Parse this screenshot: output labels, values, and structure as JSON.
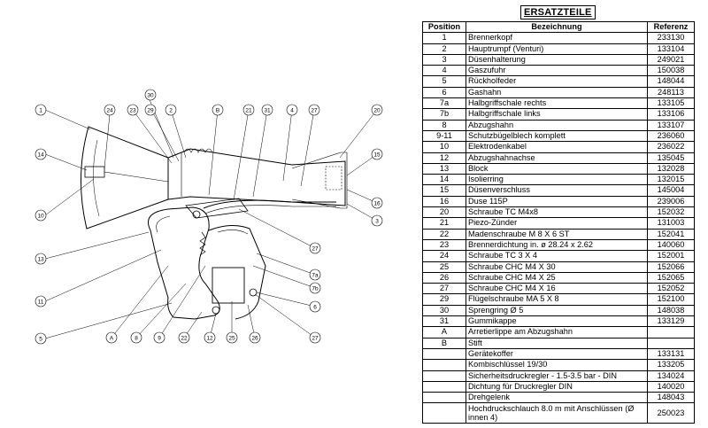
{
  "title": "ERSATZTEILE",
  "table": {
    "headers": [
      "Position",
      "Bezeichnung",
      "Referenz"
    ],
    "rows": [
      [
        "1",
        "Brennerkopf",
        "233130"
      ],
      [
        "2",
        "Hauptrumpf (Venturi)",
        "133104"
      ],
      [
        "3",
        "Düsenhalterung",
        "249021"
      ],
      [
        "4",
        "Gaszufuhr",
        "150038"
      ],
      [
        "5",
        "Rückholfeder",
        "148044"
      ],
      [
        "6",
        "Gashahn",
        "248113"
      ],
      [
        "7a",
        "Halbgriffschale rechts",
        "133105"
      ],
      [
        "7b",
        "Halbgriffschale links",
        "133106"
      ],
      [
        "8",
        "Abzugshahn",
        "133107"
      ],
      [
        "9-11",
        "Schutzbügelblech komplett",
        "236060"
      ],
      [
        "10",
        "Elektrodenkabel",
        "236022"
      ],
      [
        "12",
        "Abzugshahnachse",
        "135045"
      ],
      [
        "13",
        "Block",
        "132028"
      ],
      [
        "14",
        "Isolierring",
        "132015"
      ],
      [
        "15",
        "Düsenverschluss",
        "145004"
      ],
      [
        "16",
        "Duse 115P",
        "239006"
      ],
      [
        "20",
        "Schraube TC M4x8",
        "152032"
      ],
      [
        "21",
        "Piezo-Zünder",
        "131003"
      ],
      [
        "22",
        "Madenschraube M 8 X 6 ST",
        "152041"
      ],
      [
        "23",
        "Brennerdichtung in. ø 28.24 x 2.62",
        "140060"
      ],
      [
        "24",
        "Schraube TC 3 X 4",
        "152001"
      ],
      [
        "25",
        "Schraube CHC M4 X 30",
        "152066"
      ],
      [
        "26",
        "Schraube CHC M4 X 25",
        "152065"
      ],
      [
        "27",
        "Schraube CHC M4 X 16",
        "152052"
      ],
      [
        "29",
        "Flügelschraube MA 5 X 8",
        "152100"
      ],
      [
        "30",
        "Sprengring Ø 5",
        "148038"
      ],
      [
        "31",
        "Gummikappe",
        "133129"
      ],
      [
        "A",
        "Arretierlippe am Abzugshahn",
        ""
      ],
      [
        "B",
        "Stift",
        ""
      ],
      [
        "",
        "Gerätekoffer",
        "133131"
      ],
      [
        "",
        "Kombischlüssel 19/30",
        "133205"
      ],
      [
        "",
        "Sicherheitsdruckregler - 1.5-3.5 bar - DIN",
        "134024"
      ],
      [
        "",
        "Dichtung für Druckregler DIN",
        "140020"
      ],
      [
        "",
        "Drehgelenk",
        "148043"
      ],
      [
        "",
        "Hochdruckschlauch 8.0 m mit Anschlüssen (Ø innen 4)",
        "250023"
      ]
    ]
  },
  "callouts": [
    "1",
    "14",
    "10",
    "13",
    "11",
    "5",
    "24",
    "23",
    "30",
    "29",
    "2",
    "B",
    "21",
    "31",
    "4",
    "27",
    "20",
    "15",
    "16",
    "3",
    "27",
    "7a",
    "7b",
    "6",
    "27",
    "A",
    "8",
    "9",
    "22",
    "12",
    "25",
    "26"
  ]
}
